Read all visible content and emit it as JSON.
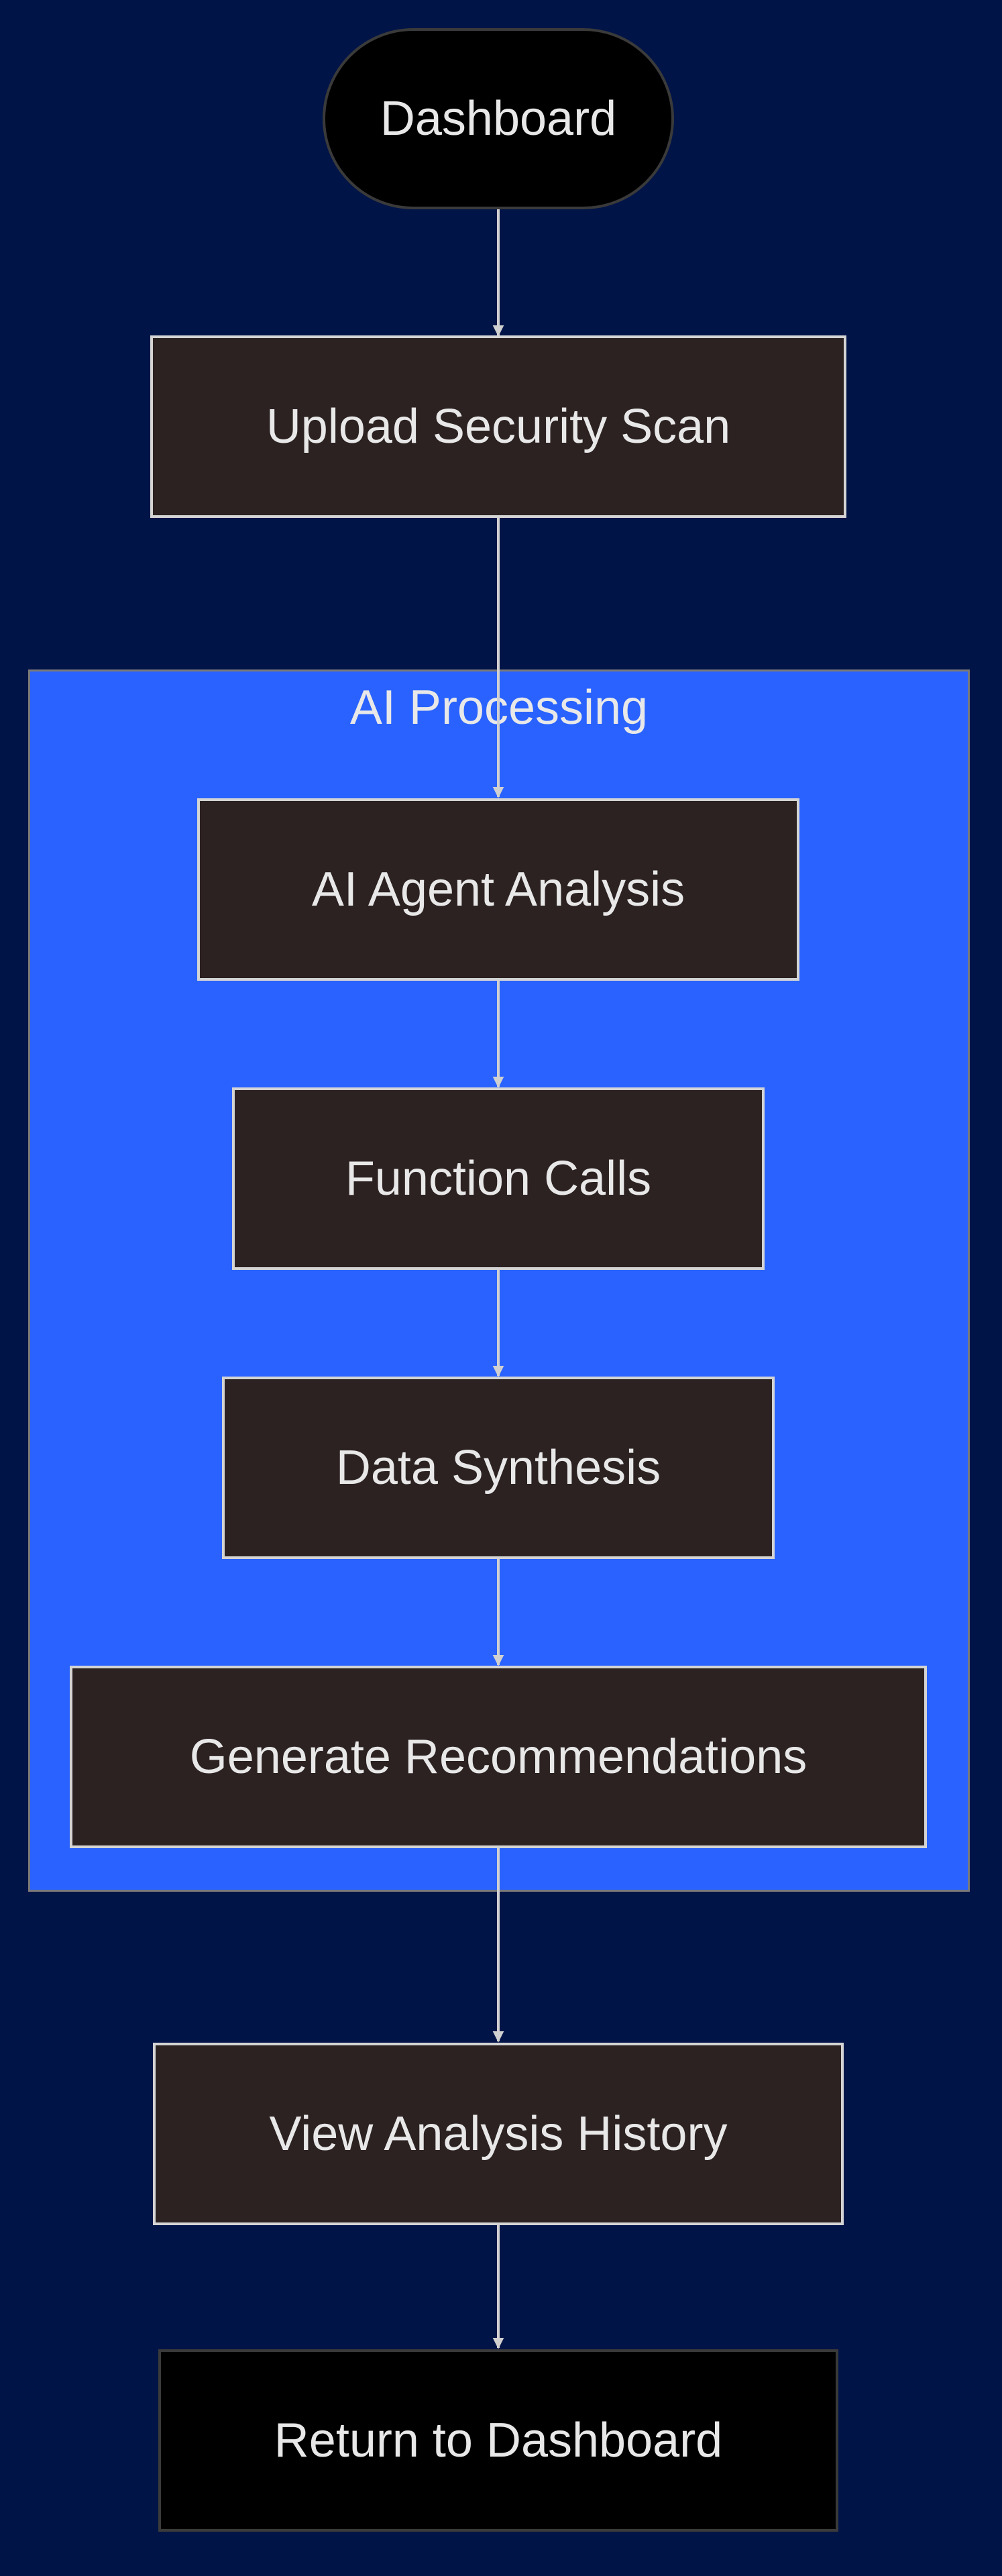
{
  "diagram": {
    "cluster": {
      "label": "AI Processing",
      "color": "#2962ff"
    },
    "nodes": {
      "dashboard": {
        "label": "Dashboard",
        "shape": "stadium"
      },
      "upload": {
        "label": "Upload Security Scan",
        "shape": "rectangle"
      },
      "agent": {
        "label": "AI Agent Analysis",
        "shape": "rectangle"
      },
      "functions": {
        "label": "Function Calls",
        "shape": "rectangle"
      },
      "synthesis": {
        "label": "Data Synthesis",
        "shape": "rectangle"
      },
      "recommendations": {
        "label": "Generate Recommendations",
        "shape": "rectangle"
      },
      "history": {
        "label": "View Analysis History",
        "shape": "rectangle"
      },
      "return": {
        "label": "Return to Dashboard",
        "shape": "rectangle"
      }
    },
    "edges": [
      {
        "from": "dashboard",
        "to": "upload"
      },
      {
        "from": "upload",
        "to": "agent"
      },
      {
        "from": "agent",
        "to": "functions"
      },
      {
        "from": "functions",
        "to": "synthesis"
      },
      {
        "from": "synthesis",
        "to": "recommendations"
      },
      {
        "from": "recommendations",
        "to": "history"
      },
      {
        "from": "history",
        "to": "return"
      }
    ],
    "colors": {
      "background": "#001447",
      "node_fill": "#2c2221",
      "node_border": "#d4d4d4",
      "terminal_fill": "#000000",
      "edge": "#d0d0d0",
      "text": "#e8e8e8"
    }
  }
}
